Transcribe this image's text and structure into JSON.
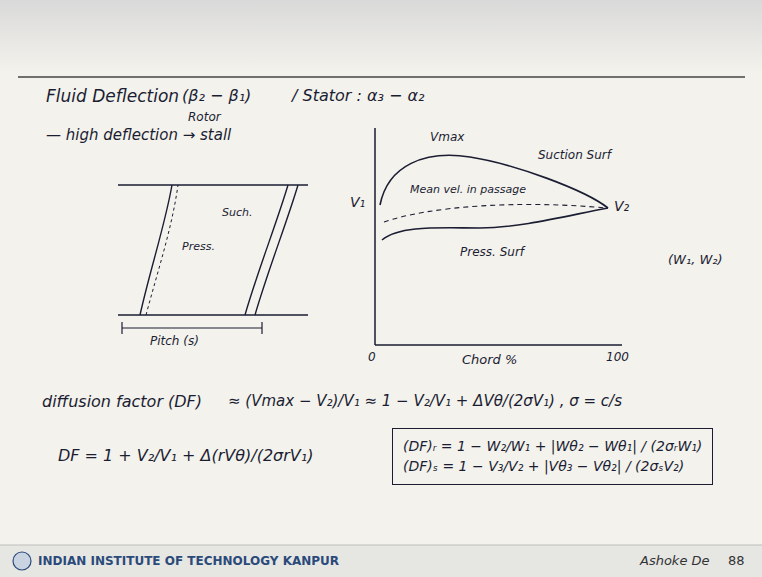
{
  "diagram": {
    "nodes": [
      {
        "text": [
          "(DF)ᵣ = 1 − W₂/W₁ + |Wθ₂ − Wθ₁| / (2σᵣW₁)",
          "(DF)ₛ = 1 − V₃/V₂ + |Vθ₃ − Vθ₂| / (2σₛV₂)"
        ]
      }
    ],
    "labels": [
      "Fluid Deflection",
      "(β₂ − β₁)",
      "Rotor",
      "/ Stator : α₃ − α₂",
      "— high deflection → stall",
      "Press.",
      "Such.",
      "Pitch (s)",
      "V₁",
      "Vmax",
      "Mean vel. in passage",
      "Suction Surf",
      "V₂",
      "Press. Surf",
      "0",
      "Chord %",
      "100",
      "(W₁, W₂)",
      "diffusion factor (DF)",
      "≈ (Vmax − V₂)/V₁ ≈ 1 − V₂/V₁ + ΔVθ/(2σV₁) , σ = c/s",
      "DF = 1 + V₂/V₁ + Δ(rVθ)/(2σrV₁)",
      "INDIAN INSTITUTE OF TECHNOLOGY KANPUR",
      "Ashoke De",
      "88"
    ]
  }
}
